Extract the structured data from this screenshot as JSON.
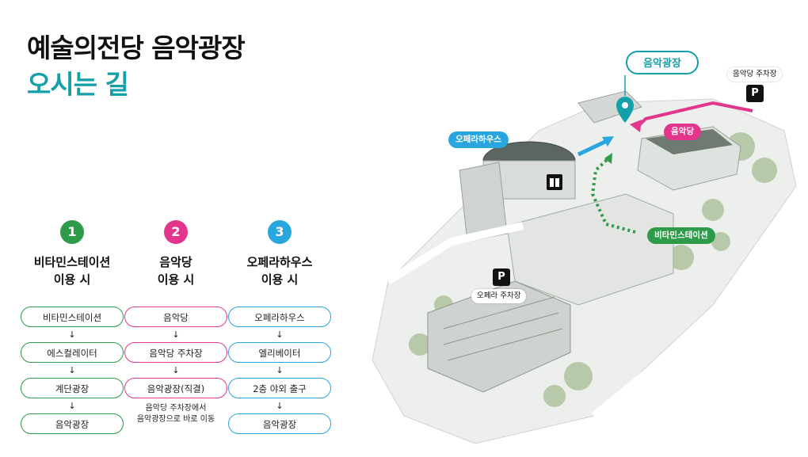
{
  "title": {
    "line1": "예술의전당 음악광장",
    "line2": "오시는 길"
  },
  "routes": [
    {
      "number": "1",
      "heading": "비타민스테이션\n이용 시",
      "color": "#2e9b4a",
      "steps": [
        "비타민스테이션",
        "에스컬레이터",
        "계단광장",
        "음악광장"
      ],
      "note": ""
    },
    {
      "number": "2",
      "heading": "음악당\n이용 시",
      "color": "#e2368c",
      "steps": [
        "음악당",
        "음악당 주차장",
        "음악광장(직결)"
      ],
      "note": "음악당 주차장에서\n음악광장으로 바로 이동"
    },
    {
      "number": "3",
      "heading": "오페라하우스\n이용 시",
      "color": "#2aa6de",
      "steps": [
        "오페라하우스",
        "엘리베이터",
        "2층 야외 출구",
        "음악광장"
      ],
      "note": ""
    }
  ],
  "arrow_symbol": "↓",
  "map": {
    "plaza_label": "음악광장",
    "opera_label": "오페라하우스",
    "concert_label": "음악당",
    "vitamin_label": "비타민스테이션",
    "concert_parking": "음악당 주차장",
    "opera_parking": "오페라 주차장",
    "parking_symbol": "P",
    "icons": [
      "location-pin-icon",
      "elevator-icon",
      "parking-icon"
    ]
  },
  "colors": {
    "teal": "#14a0a8",
    "green": "#2e9b4a",
    "pink": "#e2368c",
    "blue": "#2aa6de"
  }
}
